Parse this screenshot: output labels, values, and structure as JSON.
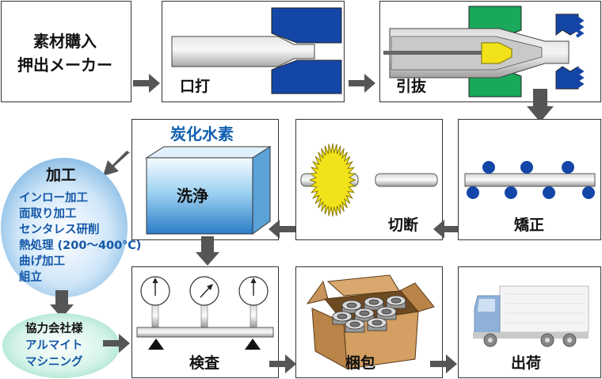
{
  "steps": {
    "purchase": {
      "line1": "素材購入",
      "line2": "押出メーカー"
    },
    "mouth": "口打",
    "draw": "引抜",
    "straighten": "矯正",
    "cut": "切断",
    "wash": {
      "title": "炭化水素",
      "label": "洗浄"
    },
    "inspect": "検査",
    "pack": "梱包",
    "ship": "出荷"
  },
  "processing": {
    "title": "加工",
    "items": [
      "インロー加工",
      "面取り加工",
      "センタレス研削",
      "熱処理 (200～400℃)",
      "曲げ加工",
      "組立"
    ]
  },
  "partners": {
    "items": [
      "協力会社様",
      "アルマイト",
      "マシニング"
    ]
  },
  "colors": {
    "die_blue": "#1446a8",
    "die_green": "#1aa85a",
    "plug_yellow": "#f2e21a",
    "arrow_gray": "#555555",
    "accent_blue": "#1060b0"
  }
}
